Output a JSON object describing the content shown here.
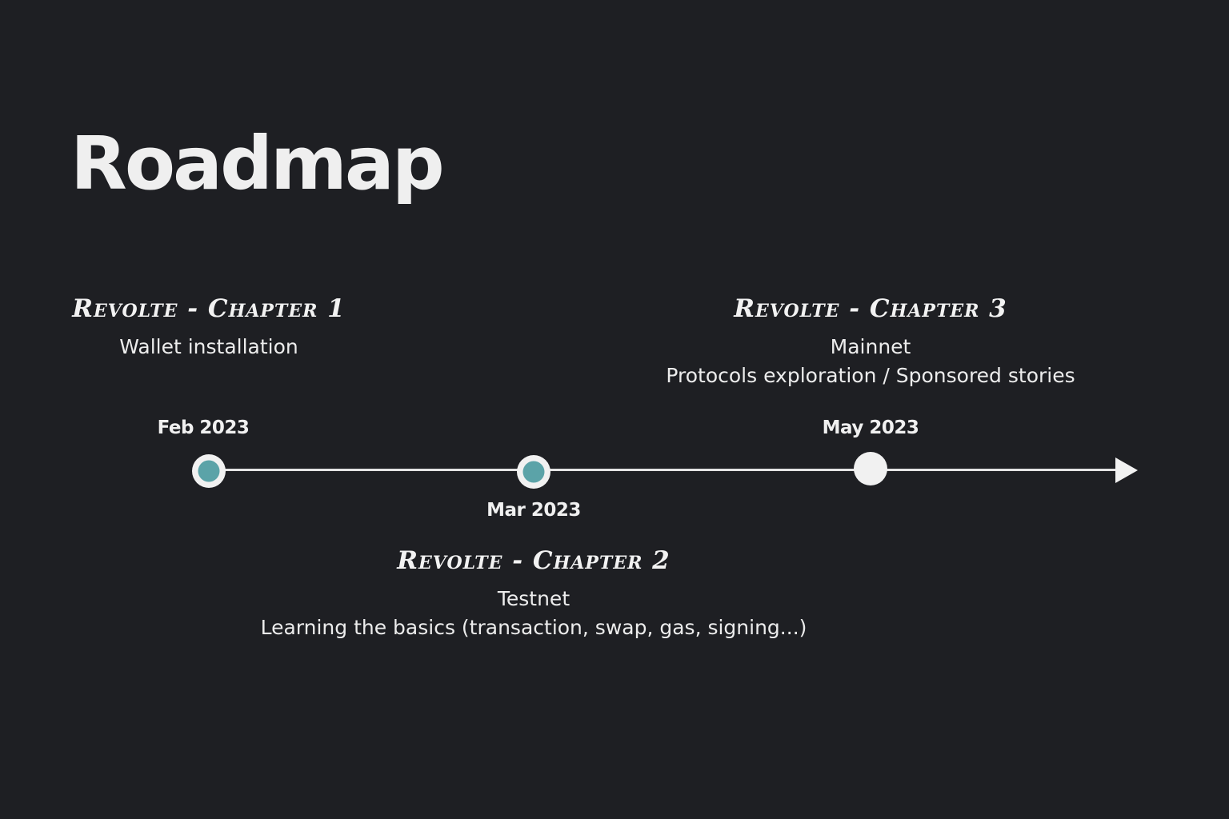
{
  "title": "Roadmap",
  "colors": {
    "background": "#1e1f23",
    "accent": "#5ba3a8",
    "text": "#f0f0f0",
    "line": "#e4e4e4"
  },
  "milestones": [
    {
      "date": "Feb 2023",
      "status": "active",
      "heading": "Revolte - Chapter 1",
      "lines": [
        "Wallet installation"
      ]
    },
    {
      "date": "Mar 2023",
      "status": "active",
      "heading": "Revolte - Chapter 2",
      "lines": [
        "Testnet",
        "Learning the basics (transaction, swap, gas, signing...)"
      ]
    },
    {
      "date": "May 2023",
      "status": "upcoming",
      "heading": "Revolte - Chapter 3",
      "lines": [
        "Mainnet",
        "Protocols exploration / Sponsored stories"
      ]
    }
  ]
}
